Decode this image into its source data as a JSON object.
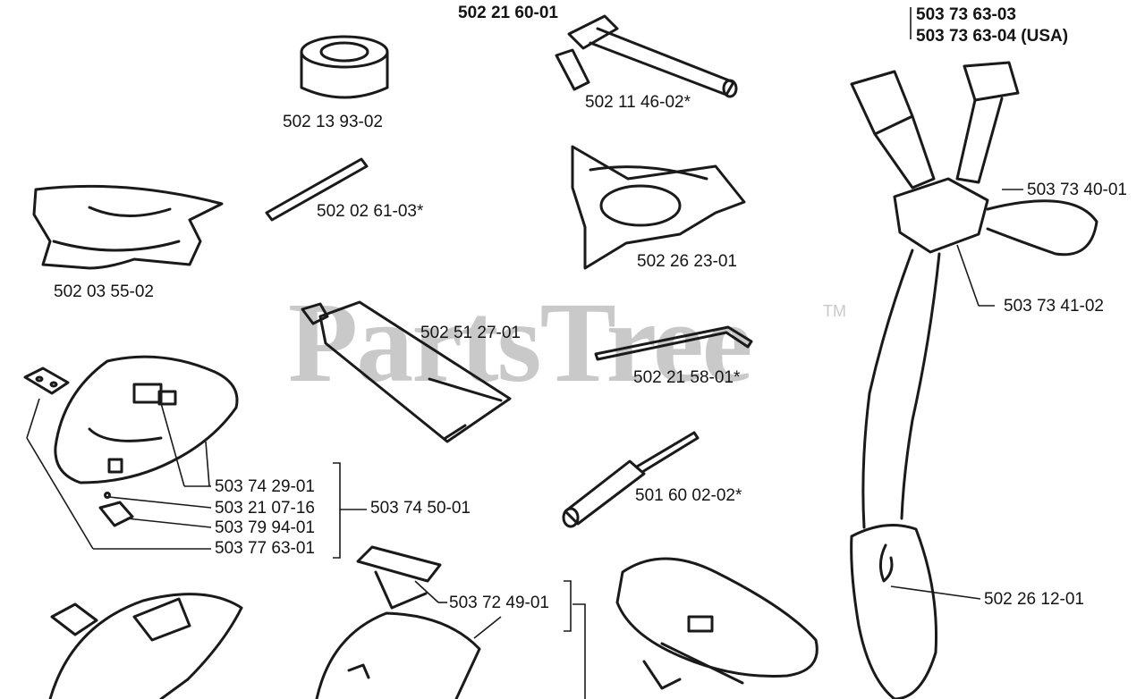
{
  "watermark": {
    "text": "PartsTree",
    "trademark": "TM"
  },
  "labels": {
    "kit_502216001": "502 21 60-01",
    "harness_503736303": "503 73 63-03",
    "harness_503736304": "503 73 63-04 (USA)",
    "bushing": "502 13 93-02",
    "wrench": "502 11 46-02*",
    "rod": "502 02 61-03*",
    "hip_pad": "502 03 55-02",
    "blade_plate": "502 26 23-01",
    "grease_tube": "502 51 27-01",
    "hex_key": "502 21 58-01*",
    "screwdriver": "501 60 02-02*",
    "buckle": "503 73 40-01",
    "strap_clip": "503 73 41-02",
    "guard_decal": "503 74 29-01",
    "guard_screw": "503 21 07-16",
    "guard_bracket": "503 79 94-01",
    "guard_plate": "503 77 63-01",
    "guard_assembly": "503 74 50-01",
    "mount_bracket": "503 72 49-01",
    "harness_pad": "502 26 12-01"
  }
}
